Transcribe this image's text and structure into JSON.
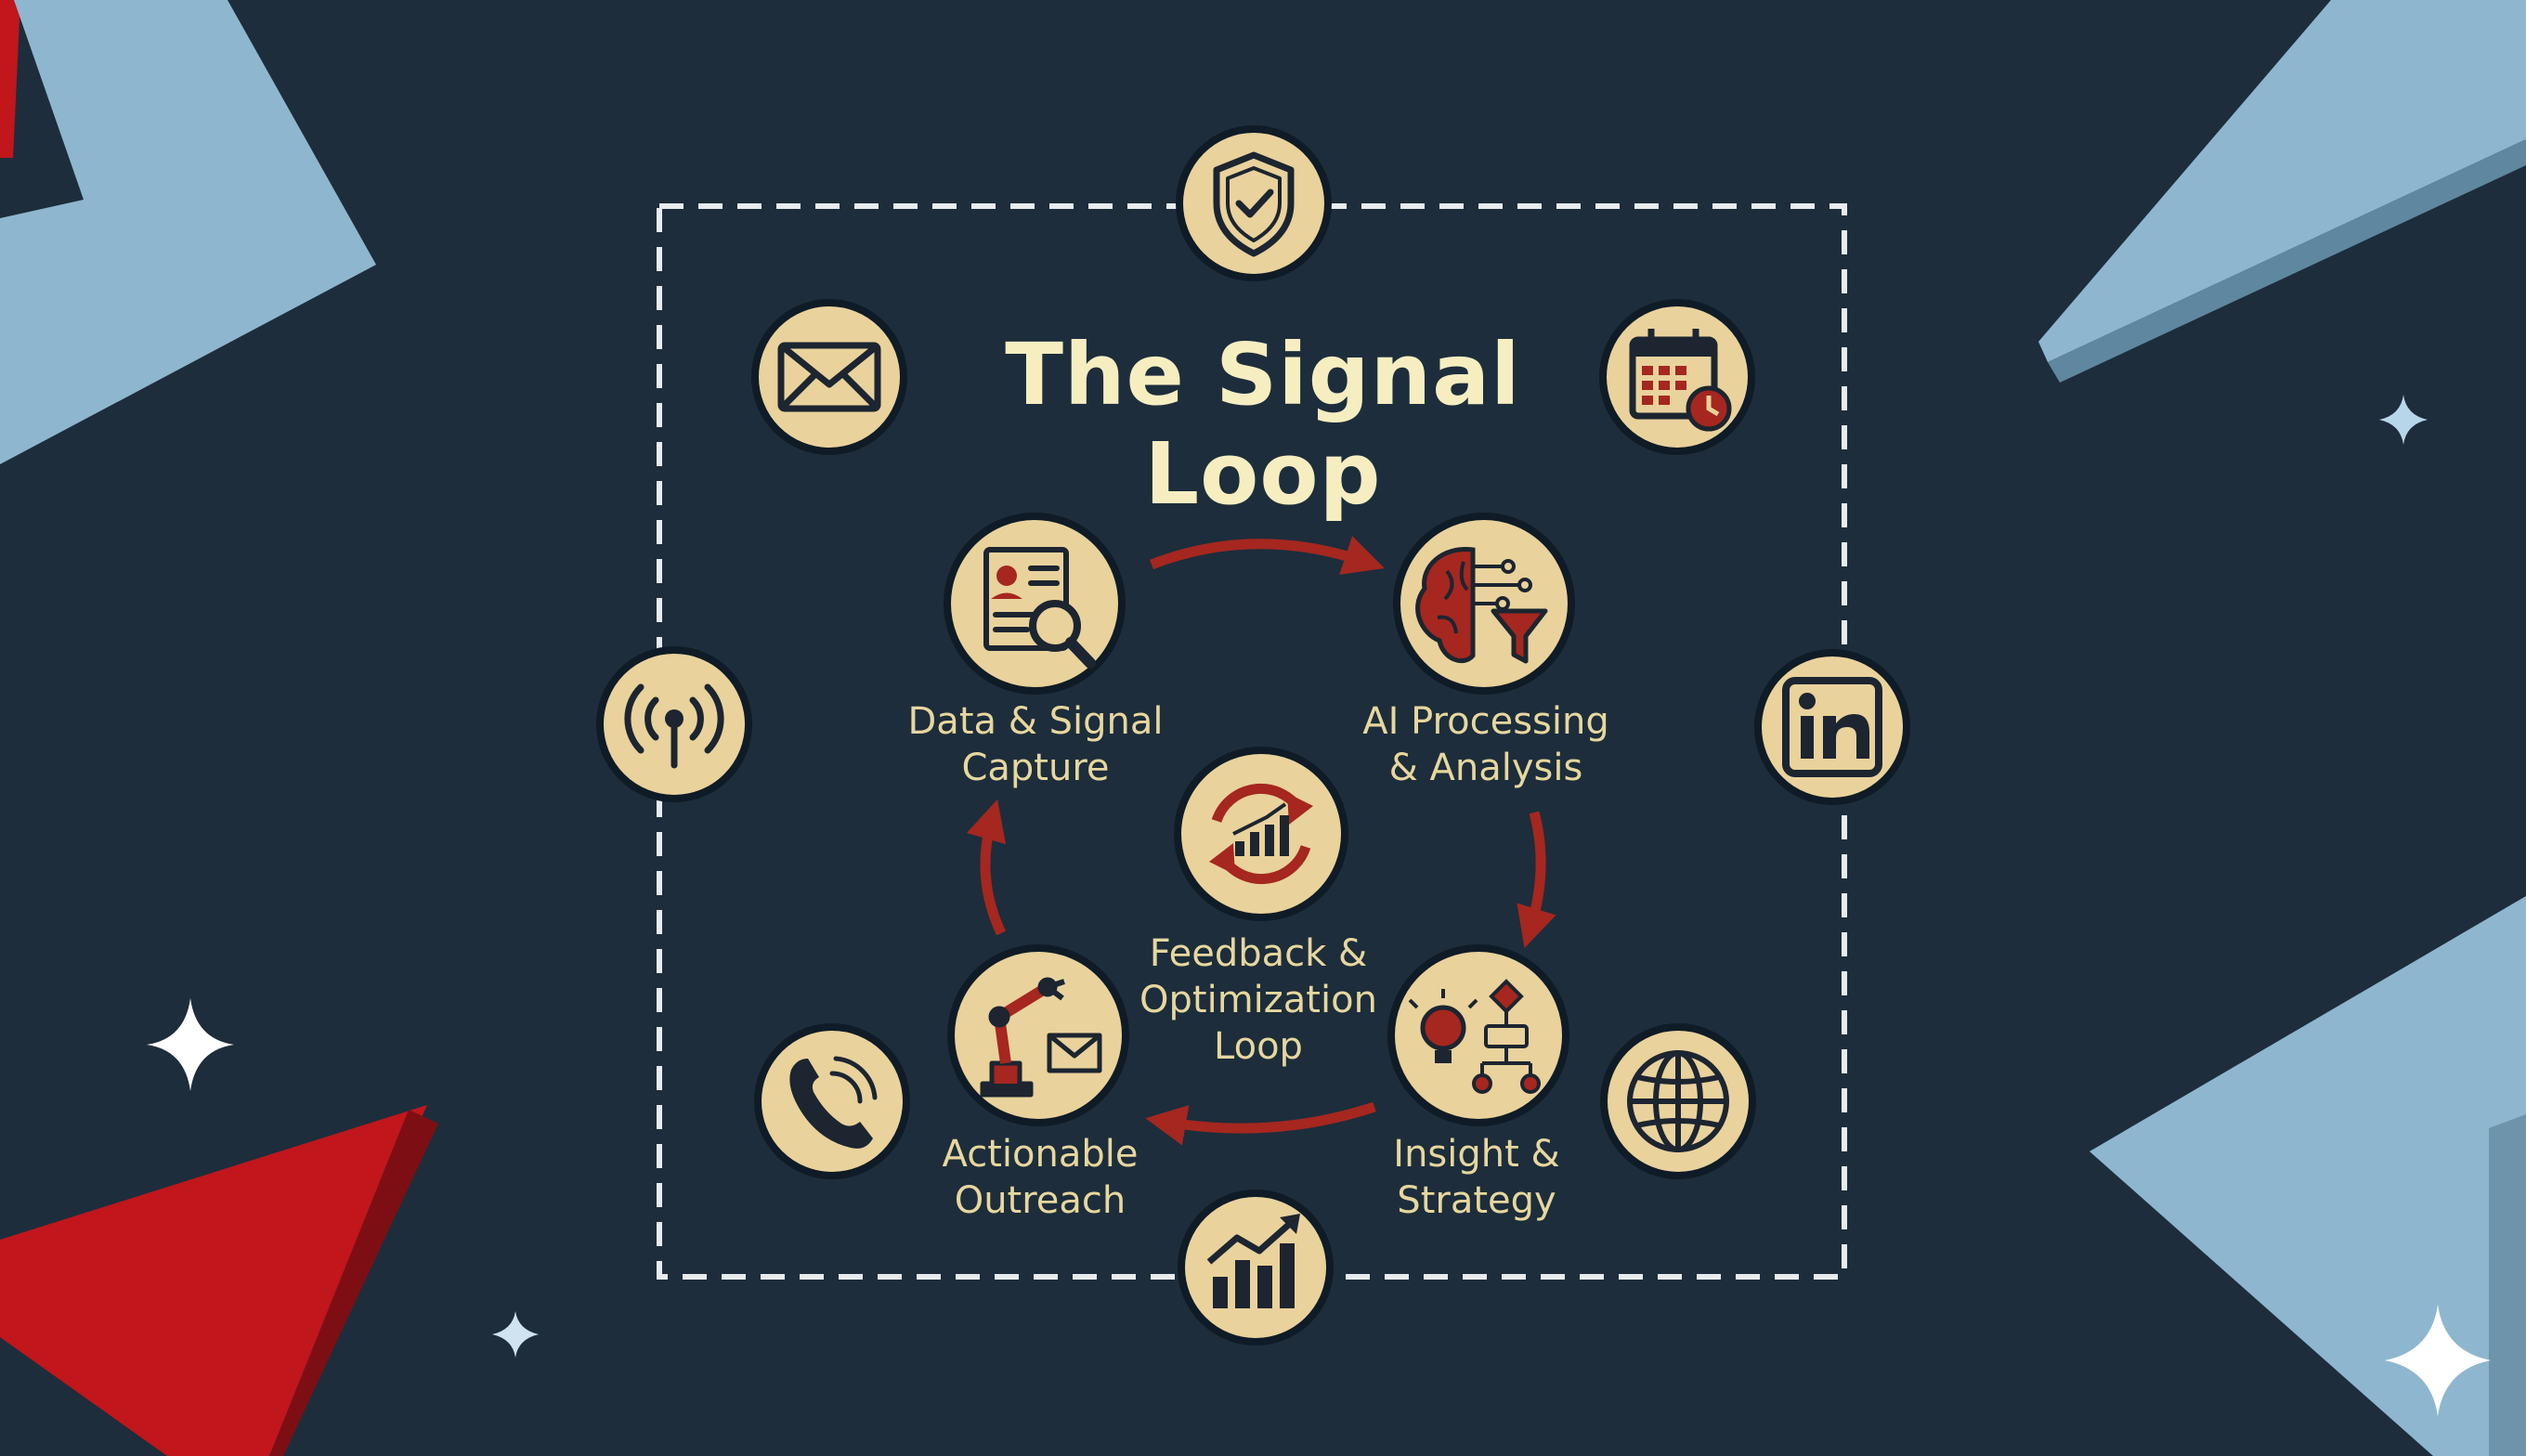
{
  "title": "The Signal Loop",
  "stages": {
    "capture": {
      "line1": "Data & Signal",
      "line2": "Capture"
    },
    "ai": {
      "line1": "AI Processing",
      "line2": "& Analysis"
    },
    "insight": {
      "line1": "Insight &",
      "line2": "Strategy"
    },
    "outreach": {
      "line1": "Actionable",
      "line2": "Outreach"
    },
    "feedback": {
      "line1": "Feedback &",
      "line2": "Optimization",
      "line3": "Loop"
    }
  },
  "icons": {
    "top": "shield-check-icon",
    "top_left": "envelope-icon",
    "top_right": "calendar-clock-icon",
    "left": "broadcast-signal-icon",
    "right": "linkedin-icon",
    "bottom_left": "phone-icon",
    "bottom_right": "globe-icon",
    "bottom": "bar-chart-icon"
  },
  "colors": {
    "background": "#1d2d3b",
    "badge_fill": "#e9d29c",
    "badge_ring": "#0f1b26",
    "title": "#f6eec1",
    "label": "#e7d79e",
    "arrow": "#a5271f",
    "shard_light": "#8fb6cf",
    "shard_red": "#c0161c"
  }
}
